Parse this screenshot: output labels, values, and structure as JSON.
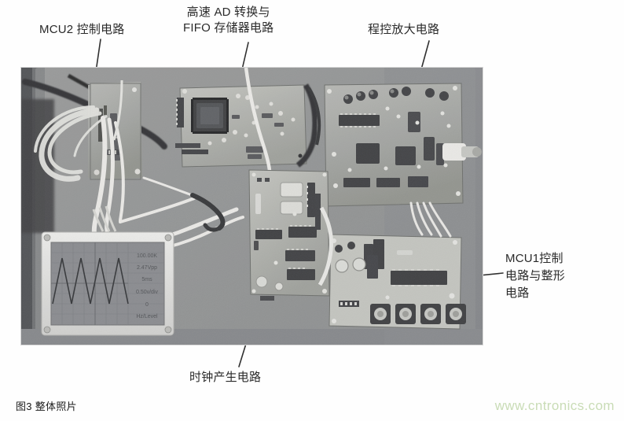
{
  "figure": {
    "caption": "图3 整体照片",
    "watermark": "www.cntronics.com"
  },
  "annotations": [
    {
      "id": "mcu2",
      "text": "MCU2 控制电路",
      "name": "annotation-mcu2-control-circuit"
    },
    {
      "id": "adfifo",
      "text": "高速 AD 转换与\nFIFO 存储器电路",
      "name": "annotation-ad-fifo-circuit"
    },
    {
      "id": "amp",
      "text": "程控放大电路",
      "name": "annotation-programmable-amplifier-circuit"
    },
    {
      "id": "mcu1",
      "text": "MCU1控制\n电路与整形\n电路",
      "name": "annotation-mcu1-control-shaping-circuit"
    },
    {
      "id": "clock",
      "text": "时钟产生电路",
      "name": "annotation-clock-generation-circuit"
    }
  ],
  "labels": {
    "mcu2": "MCU2 控制电路",
    "adfifo": "高速 AD 转换与\nFIFO 存储器电路",
    "amp": "程控放大电路",
    "mcu1": "MCU1控制\n电路与整形\n电路",
    "clock": "时钟产生电路"
  },
  "photo": {
    "description": "整体照片 — 实验板俯视图",
    "lcd_readout": {
      "line1": "100.00K",
      "line2": "2.47Vpp",
      "line3": "5ms",
      "line4": "0.50v/div",
      "line5": "0",
      "line6": "Hz/Level"
    }
  },
  "colors": {
    "watermark": "#c9dcb6",
    "text": "#2a2a2a",
    "leader_line": "#303030",
    "photo_background": "#8e9094"
  }
}
